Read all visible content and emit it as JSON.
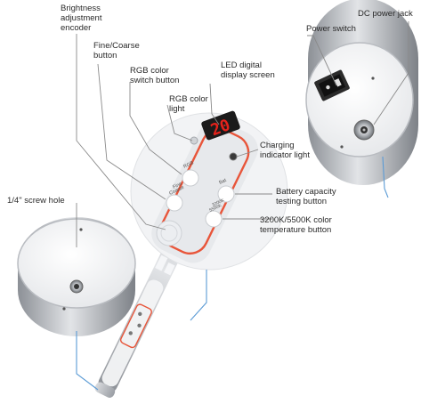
{
  "labels": {
    "brightness_encoder": "Brightness adjustment encoder",
    "fine_coarse_button": "Fine/Coarse button",
    "rgb_switch_button": "RGB color switch button",
    "rgb_light": "RGB color light",
    "led_display": "LED digital display screen",
    "dc_jack": "DC power jack",
    "power_switch": "Power switch",
    "charging_light": "Charging indicator light",
    "battery_test_button": "Battery capacity testing button",
    "color_temp_button": "3200K/5500K color temperature button",
    "screw_hole": "1/4\" screw hole"
  },
  "panel": {
    "display_value": "20",
    "rgb_key": "RGB",
    "bat_key": "Bat",
    "fine_coarse_key_line1": "Fine",
    "fine_coarse_key_line2": "Coarse",
    "temp_key_line1": "3200K",
    "temp_key_line2": "5500K"
  },
  "colors": {
    "leader": "#8a8a8a",
    "accent_red": "#e8553a",
    "display_red": "#e4221b",
    "tube_silver": "#b9bcc1",
    "tube_white": "#f4f5f7"
  }
}
